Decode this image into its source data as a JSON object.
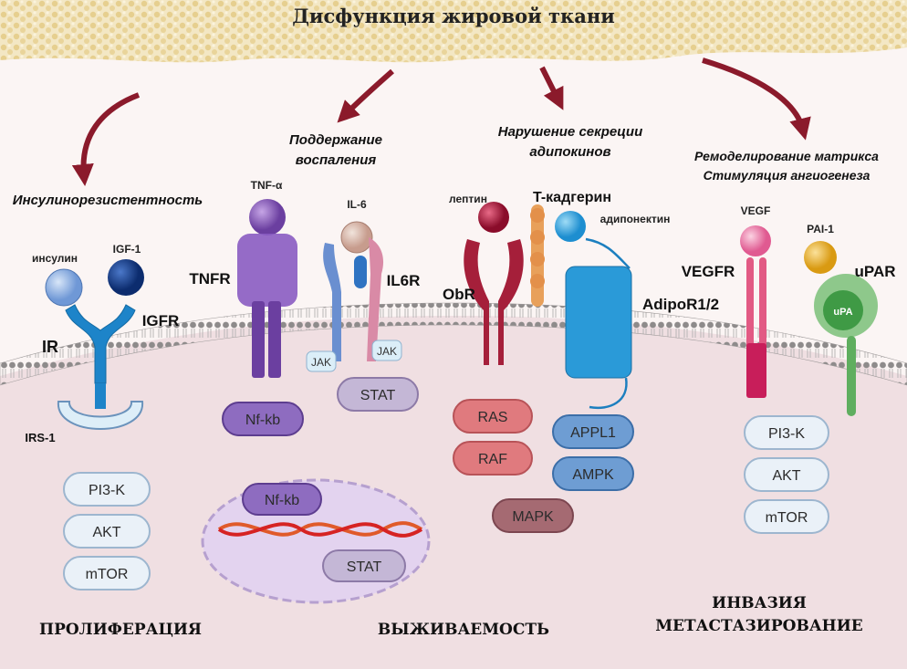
{
  "title": "Дисфункция жировой ткани",
  "effects": {
    "insulin_resistance": "Инсулинорезистентность",
    "inflammation_1": "Поддержание",
    "inflammation_2": "воспаления",
    "adipokine_1": "Нарушение секреции",
    "adipokine_2": "адипокинов",
    "matrix_1": "Ремоделирование матрикса",
    "matrix_2": "Стимуляция ангиогенеза"
  },
  "ligands": {
    "insulin": "инсулин",
    "igf1": "IGF-1",
    "tnfa": "TNF-α",
    "il6": "IL-6",
    "leptin": "лептин",
    "adiponectin": "адипонектин",
    "vegf": "VEGF",
    "pai1": "PAI-1",
    "upa": "uPA"
  },
  "receptors": {
    "ir": "IR",
    "igfr": "IGFR",
    "irs1": "IRS-1",
    "tnfr": "TNFR",
    "il6r": "IL6R",
    "jak_left": "JAK",
    "jak_right": "JAK",
    "obr": "ObR",
    "t_cadherin": "T-кадгерин",
    "adipor": "AdipoR1/2",
    "vegfr": "VEGFR",
    "upar": "uPAR"
  },
  "pathways": {
    "left": [
      "PI3-K",
      "AKT",
      "mTOR"
    ],
    "nfkb": "Nf-kb",
    "stat": "STAT",
    "ras_raf": [
      "RAS",
      "RAF"
    ],
    "mapk": "MAPK",
    "appl_ampk": [
      "APPL1",
      "AMPK"
    ],
    "right": [
      "PI3-K",
      "AKT",
      "mTOR"
    ]
  },
  "nucleus": {
    "nfkb": "Nf-kb",
    "stat": "STAT"
  },
  "outcomes": {
    "proliferation": "ПРОЛИФЕРАЦИЯ",
    "survival": "ВЫЖИВАЕМОСТЬ",
    "invasion_1": "ИНВАЗИЯ",
    "invasion_2": "МЕТАСТАЗИРОВАНИЕ"
  },
  "colors": {
    "membrane": "#c9a9ae",
    "cytoplasm": "#f2e3e5",
    "arrow": "#8b1a2b",
    "fat": "#ecd9a8"
  }
}
